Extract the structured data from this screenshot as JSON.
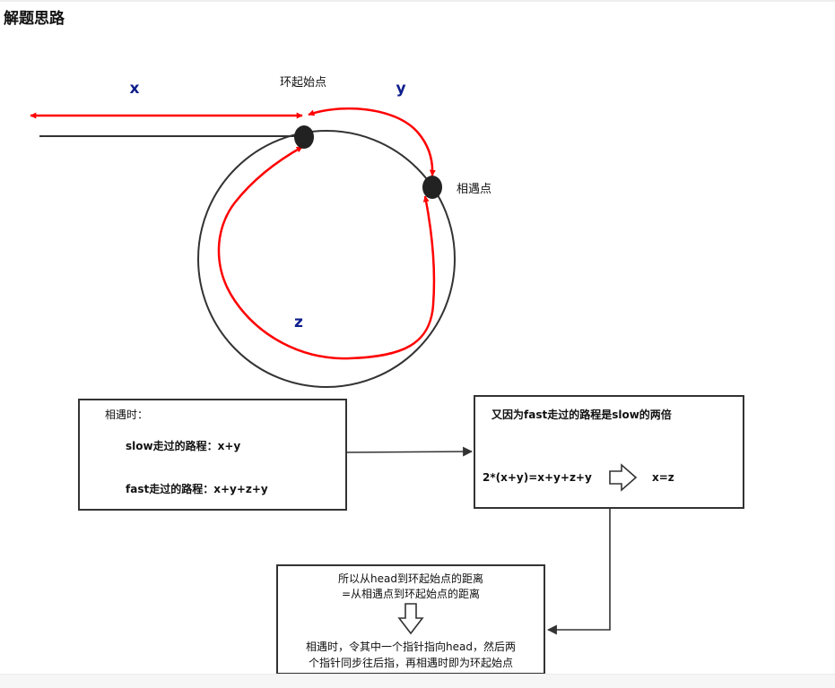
{
  "section_title": "解题思路",
  "diagram": {
    "label_x": "x",
    "label_y": "y",
    "label_z": "z",
    "label_loop_start": "环起始点",
    "label_meeting_point": "相遇点",
    "box_meet": {
      "title": "相遇时：",
      "slow_line": "slow走过的路程：x+y",
      "fast_line": "fast走过的路程：x+y+z+y"
    },
    "box_double": {
      "title": "又因为fast走过的路程是slow的两倍",
      "equation_left": "2*(x+y)=x+y+z+y",
      "equation_right": "x=z"
    },
    "box_conclusion": {
      "line1": "所以从head到环起始点的距离",
      "line2": "=从相遇点到环起始点的距离",
      "line3": "相遇时，令其中一个指针指向head，然后两",
      "line4": "个指针同步往后指，再相遇时即为环起始点"
    }
  },
  "colors": {
    "path_red": "#ff0000",
    "label_blue": "#0d1e8c",
    "line_dark": "#333333"
  }
}
